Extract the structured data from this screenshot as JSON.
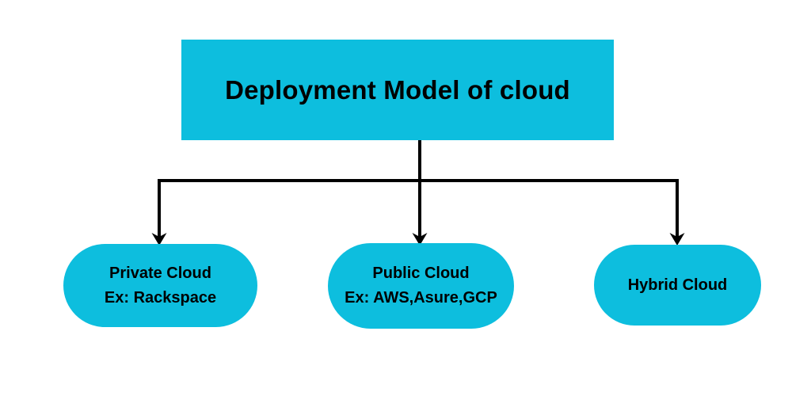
{
  "title": "Deployment Model of cloud",
  "colors": {
    "node_fill": "#0dbede",
    "connector": "#000000",
    "text_color": "#000000",
    "background": "#ffffff"
  },
  "root_node": {
    "label": "Deployment Model of cloud"
  },
  "children": [
    {
      "title": "Private Cloud",
      "subtitle": "Ex: Rackspace"
    },
    {
      "title": "Public Cloud",
      "subtitle": "Ex: AWS,Asure,GCP"
    },
    {
      "title": "Hybrid Cloud",
      "subtitle": ""
    }
  ]
}
